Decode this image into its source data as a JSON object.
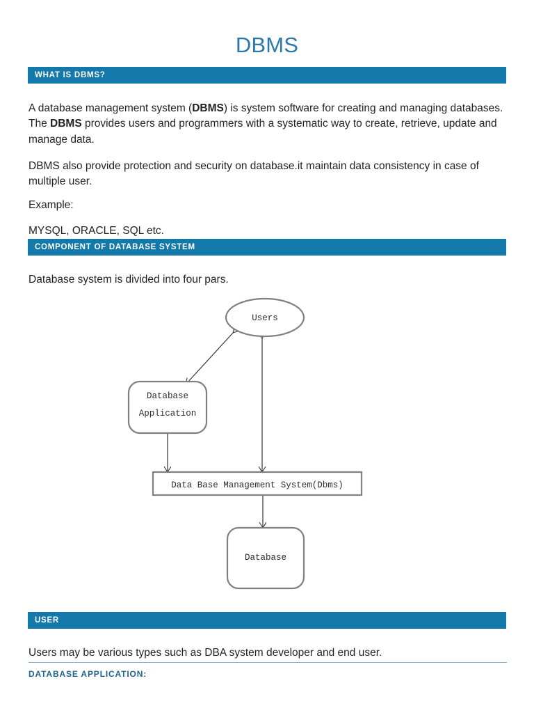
{
  "document": {
    "title": "DBMS",
    "title_color": "#2b77aa",
    "banner_color": "#1279aa",
    "rule_color": "#7fb4d4",
    "subheading_color": "#1c6490"
  },
  "sections": [
    {
      "banner": "WHAT IS DBMS?",
      "paragraphs": [
        {
          "id": "intro",
          "runs": [
            {
              "text": "A database management system (",
              "bold": false
            },
            {
              "text": "DBMS",
              "bold": true
            },
            {
              "text": ") is system software for creating and managing databases. The ",
              "bold": false
            },
            {
              "text": "DBMS",
              "bold": true
            },
            {
              "text": " provides users and programmers with a systematic way to create, retrieve, update and manage data.",
              "bold": false
            }
          ]
        },
        {
          "id": "protect",
          "runs": [
            {
              "text": "DBMS also provide protection and security on database.it maintain data consistency in case of multiple user.",
              "bold": false
            }
          ]
        },
        {
          "id": "example",
          "runs": [
            {
              "text": "Example:",
              "bold": false
            }
          ]
        },
        {
          "id": "list",
          "runs": [
            {
              "text": "MYSQL, ORACLE, SQL etc.",
              "bold": false
            }
          ]
        }
      ]
    },
    {
      "banner": "COMPONENT OF DATABASE SYSTEM",
      "paragraphs": [
        {
          "id": "fourpars",
          "runs": [
            {
              "text": "Database system is divided into four pars.",
              "bold": false
            }
          ]
        }
      ]
    },
    {
      "banner": "USER",
      "paragraphs": [
        {
          "id": "user",
          "runs": [
            {
              "text": "Users may be various types such as DBA system developer and end user.",
              "bold": false
            }
          ]
        }
      ]
    }
  ],
  "subheading": "DATABASE APPLICATION:",
  "diagram": {
    "stroke_color": "#808080",
    "arrow_color": "#333333",
    "nodes": {
      "users": {
        "label": "Users",
        "shape": "ellipse"
      },
      "database_application": {
        "label_line1": "Database",
        "label_line2": "Application",
        "shape": "rounded-rect"
      },
      "dbms": {
        "label": "Data Base Management System(Dbms)",
        "shape": "rect"
      },
      "database": {
        "label": "Database",
        "shape": "rounded-rect"
      }
    },
    "edges": [
      {
        "from": "users",
        "to": "database_application",
        "style": "double-arrow"
      },
      {
        "from": "users",
        "to": "dbms",
        "style": "double-arrow"
      },
      {
        "from": "database_application",
        "to": "dbms",
        "style": "double-arrow"
      },
      {
        "from": "dbms",
        "to": "database",
        "style": "double-arrow"
      }
    ]
  }
}
